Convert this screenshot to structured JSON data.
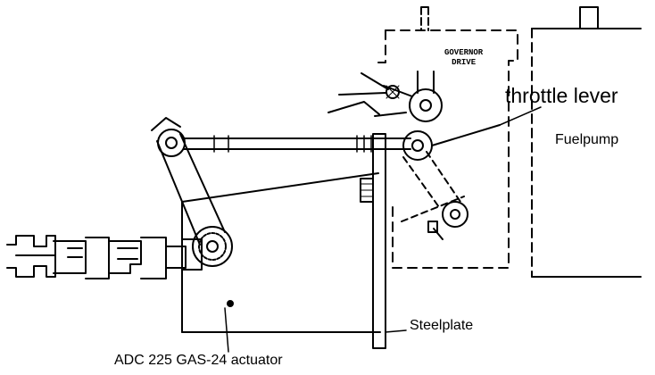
{
  "labels": {
    "governor_line1": "GOVERNOR",
    "governor_line2": "DRIVE",
    "throttle_lever": "throttle lever",
    "fuelpump": "Fuelpump",
    "steelplate": "Steelplate",
    "actuator": "ADC 225 GAS-24 actuator"
  },
  "colors": {
    "ink": "#000000",
    "paper": "#ffffff"
  }
}
